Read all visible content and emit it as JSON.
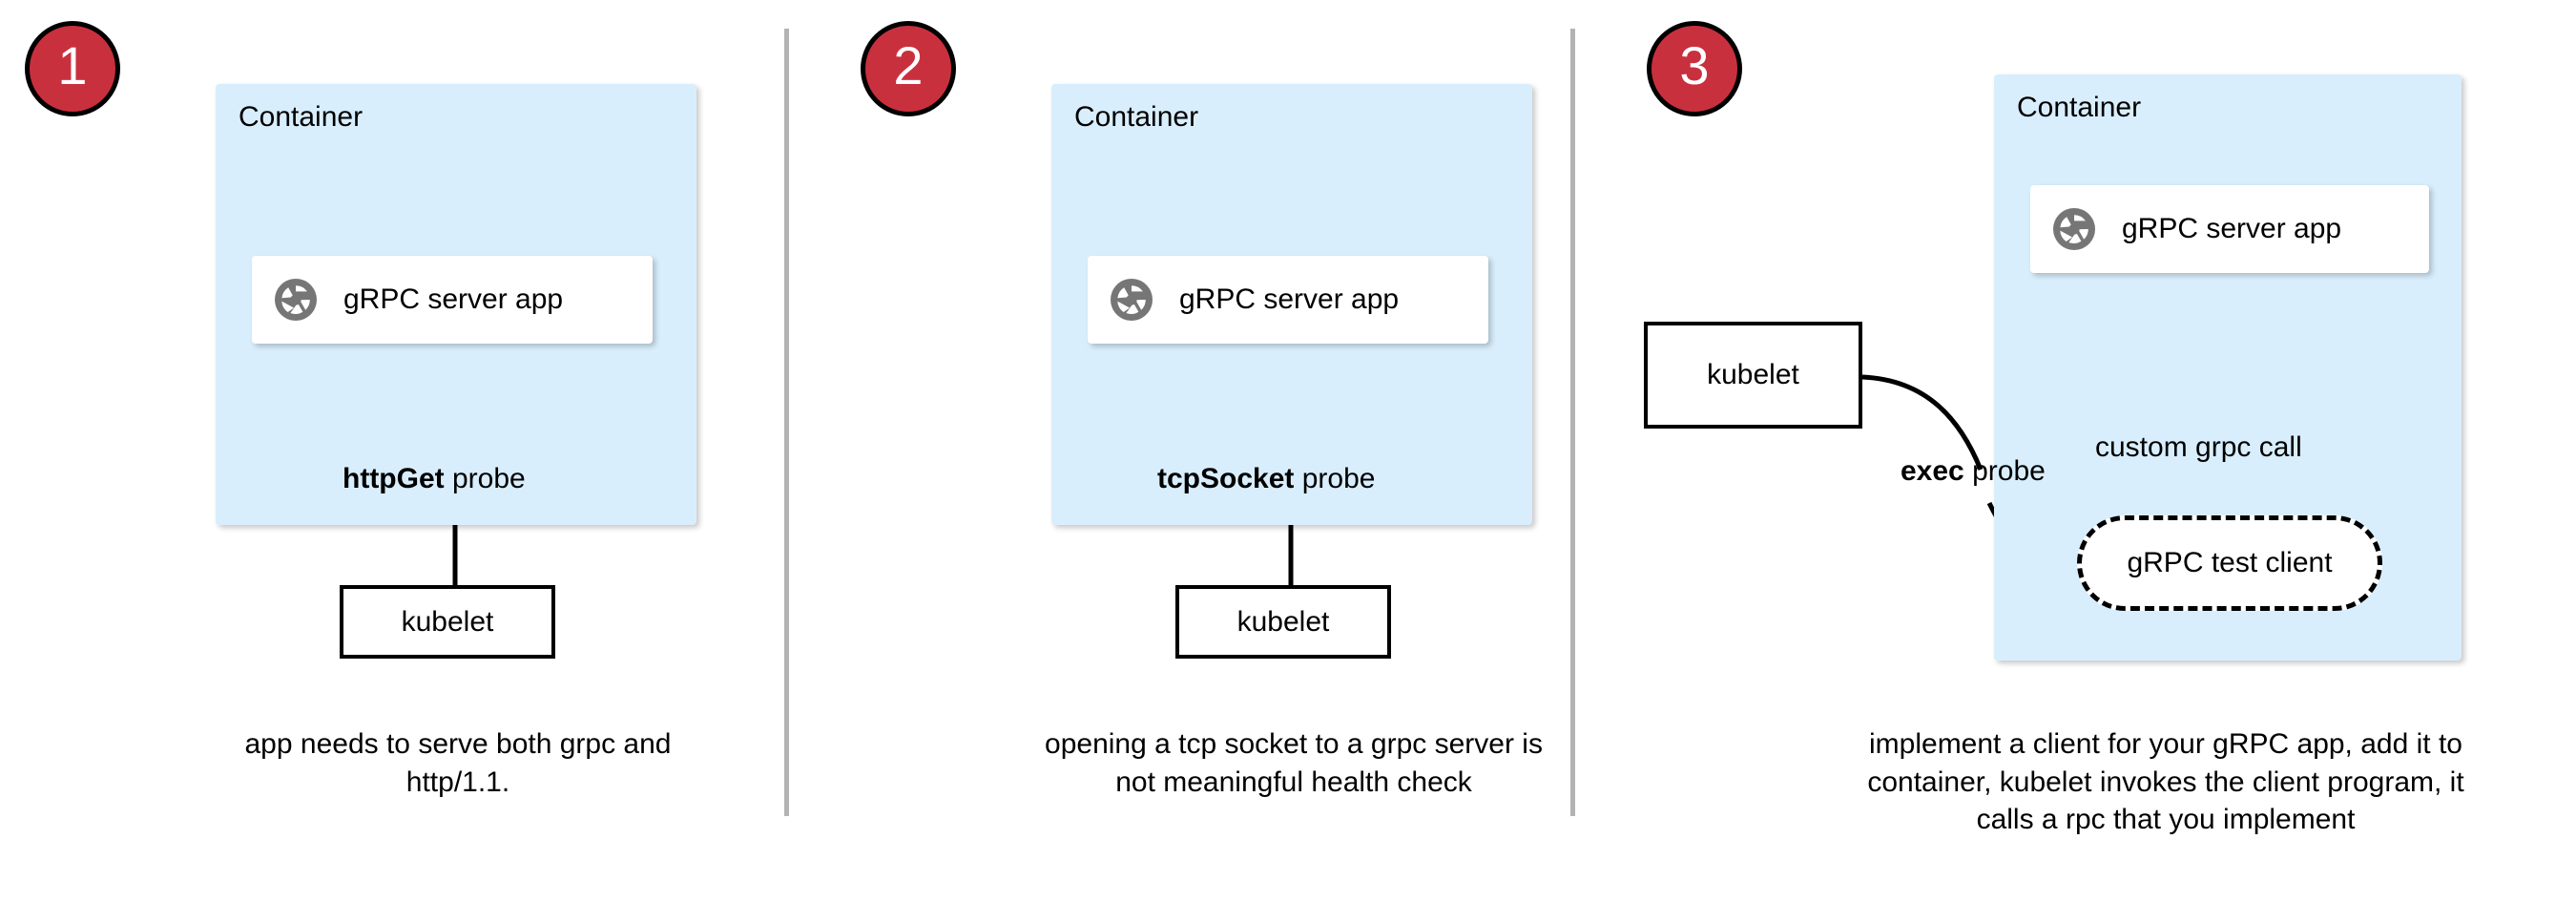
{
  "meta": {
    "title": "Kubernetes gRPC health-check probe options",
    "colors": {
      "badge_fill": "#c9303e",
      "badge_border": "#000000",
      "badge_text": "#ffffff",
      "container_fill": "#d9eefc",
      "app_card_fill": "#ffffff",
      "stroke": "#000000",
      "divider": "#b3b3b3",
      "icon_gray": "#767676",
      "page_background": "#ffffff"
    }
  },
  "panels": [
    {
      "id": "panel-1",
      "badge": "1",
      "container_label": "Container",
      "app_label": "gRPC server app",
      "app_icon": "grpc-aperture-icon",
      "probe_label_bold": "httpGet",
      "probe_label_rest": " probe",
      "kubelet_label": "kubelet",
      "caption": "app needs to serve both grpc and http/1.1."
    },
    {
      "id": "panel-2",
      "badge": "2",
      "container_label": "Container",
      "app_label": "gRPC server app",
      "app_icon": "grpc-aperture-icon",
      "probe_label_bold": "tcpSocket",
      "probe_label_rest": " probe",
      "kubelet_label": "kubelet",
      "caption": "opening a tcp socket to a grpc server is not meaningful health check"
    },
    {
      "id": "panel-3",
      "badge": "3",
      "container_label": "Container",
      "app_label": "gRPC server app",
      "app_icon": "grpc-aperture-icon",
      "probe_label_bold": "exec",
      "probe_label_rest": " probe",
      "kubelet_label": "kubelet",
      "test_client_label": "gRPC test client",
      "call_label": "custom grpc call",
      "caption": "implement a client for your gRPC app, add it to container, kubelet invokes the client program, it calls a rpc that you implement"
    }
  ]
}
